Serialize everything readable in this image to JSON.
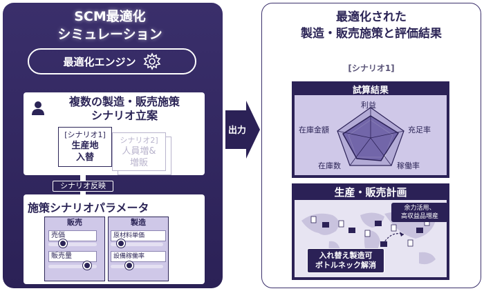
{
  "left": {
    "title_line1": "SCM最適化",
    "title_line2": "シミュレーション",
    "engine_label": "最適化エンジン",
    "plan_title_line1": "複数の製造・販売施策",
    "plan_title_line2": "シナリオ立案",
    "scenario1": {
      "tag": "[シナリオ1]",
      "line1": "生産地",
      "line2": "入替"
    },
    "scenario2": {
      "tag": "シナリオ2]",
      "line1": "人員増&",
      "line2": "増販"
    },
    "reflect_label": "シナリオ反映",
    "param_title": "施策シナリオパラメータ",
    "sales": {
      "head": "販売",
      "field1": "売価",
      "field2": "販売量",
      "level1": 0.3,
      "level2": 0.8
    },
    "mfg": {
      "head": "製造",
      "field1": "原材料単価",
      "field2": "設備稼働率",
      "level1": 0.2,
      "level2": 0.35
    }
  },
  "arrow_label": "出力",
  "right": {
    "title_line1": "最適化された",
    "title_line2": "製造・販売施策と評価結果",
    "scenario_label": "[シナリオ1]",
    "result_title": "試算結果",
    "radar_labels": [
      "利益",
      "充足率",
      "稼働率",
      "在庫数",
      "在庫金額"
    ],
    "plan_title": "生産・販売計画",
    "callout1_line1": "余力活用、",
    "callout1_line2": "高収益品増産",
    "callout2_line1": "入れ替え製造可",
    "callout2_line2": "ボトルネック解消"
  },
  "colors": {
    "navy": "#2b2156",
    "lavender": "#cfc8e8",
    "white": "#ffffff"
  }
}
